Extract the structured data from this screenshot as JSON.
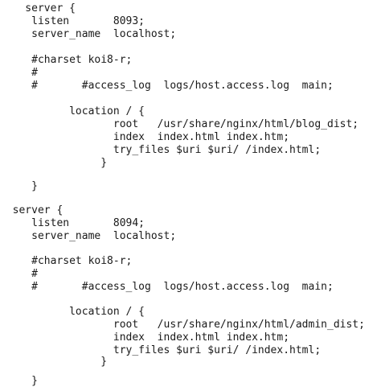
{
  "editor": {
    "lines": [
      "    server {",
      "     listen       8093;",
      "     server_name  localhost;",
      "",
      "     #charset koi8-r;",
      "     #",
      "     #       #access_log  logs/host.access.log  main;",
      "",
      "           location / {",
      "                  root   /usr/share/nginx/html/blog_dist;",
      "                  index  index.html index.htm;",
      "                  try_files $uri $uri/ /index.html;",
      "                }",
      "",
      "     }",
      "",
      "  server {",
      "     listen       8094;",
      "     server_name  localhost;",
      "",
      "     #charset koi8-r;",
      "     #",
      "     #       #access_log  logs/host.access.log  main;",
      "",
      "           location / {",
      "                  root   /usr/share/nginx/html/admin_dist;",
      "                  index  index.html index.htm;",
      "                  try_files $uri $uri/ /index.html;",
      "                }",
      "",
      "     }"
    ]
  }
}
